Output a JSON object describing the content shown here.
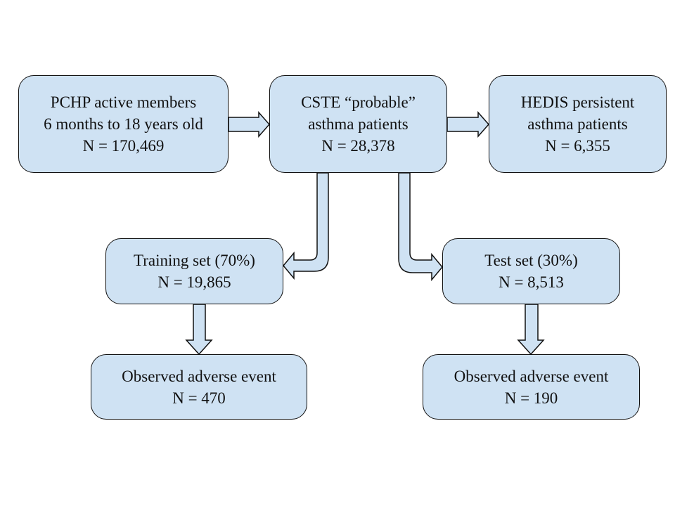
{
  "colors": {
    "box_fill": "#cfe2f3",
    "stroke": "#111111"
  },
  "boxes": {
    "pchp": {
      "line1": "PCHP active members",
      "line2": "6 months to 18 years old",
      "line3": "N = 170,469"
    },
    "cste": {
      "line1": "CSTE “probable”",
      "line2": "asthma patients",
      "line3": "N = 28,378"
    },
    "hedis": {
      "line1": "HEDIS persistent",
      "line2": "asthma patients",
      "line3": "N = 6,355"
    },
    "training": {
      "line1": "Training set (70%)",
      "line2": "N = 19,865"
    },
    "test": {
      "line1": "Test set (30%)",
      "line2": "N = 8,513"
    },
    "observed_training": {
      "line1": "Observed adverse event",
      "line2": "N = 470"
    },
    "observed_test": {
      "line1": "Observed adverse event",
      "line2": "N = 190"
    }
  }
}
